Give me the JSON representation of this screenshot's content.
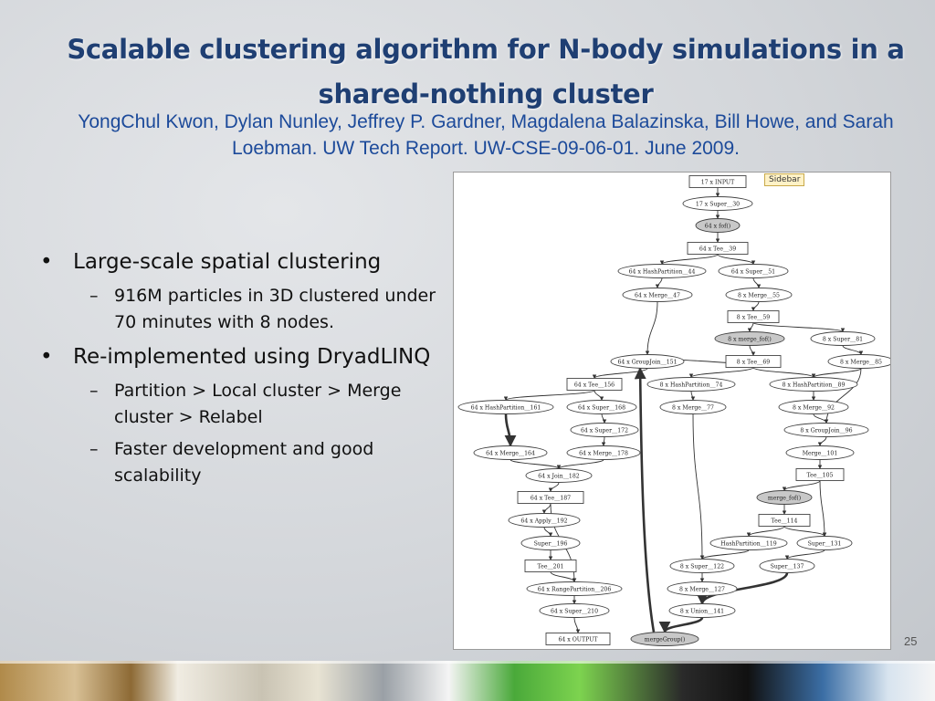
{
  "slide": {
    "title": "Scalable clustering algorithm for N-body simulations in a shared-nothing cluster",
    "authors": "YongChul Kwon, Dylan Nunley, Jeffrey P. Gardner, Magdalena Balazinska, Bill Howe, and Sarah Loebman. UW Tech Report. UW-CSE-09-06-01. June 2009.",
    "page_number": "25"
  },
  "bullets": [
    {
      "text": "Large-scale spatial clustering",
      "sub": [
        "916M particles in 3D clustered under 70 minutes with 8 nodes."
      ]
    },
    {
      "text": "Re-implemented using DryadLINQ",
      "sub": [
        "Partition > Local cluster > Merge cluster > Relabel",
        "Faster development and good scalability"
      ]
    }
  ],
  "diagram": {
    "sidebar_label": "Sidebar",
    "nodes": [
      {
        "id": "input",
        "label": "17 x INPUT",
        "shape": "box"
      },
      {
        "id": "super30",
        "label": "17 x Super__30",
        "shape": "ellipse"
      },
      {
        "id": "fof",
        "label": "64 x fof()",
        "shape": "ellipse",
        "filled": true
      },
      {
        "id": "tee39",
        "label": "64 x Tee__39",
        "shape": "box"
      },
      {
        "id": "hp44",
        "label": "64 x HashPartition__44",
        "shape": "ellipse"
      },
      {
        "id": "super51",
        "label": "64 x Super__51",
        "shape": "ellipse"
      },
      {
        "id": "merge47",
        "label": "64 x Merge__47",
        "shape": "ellipse"
      },
      {
        "id": "merge55",
        "label": "8 x Merge__55",
        "shape": "ellipse"
      },
      {
        "id": "tee59",
        "label": "8 x Tee__59",
        "shape": "box"
      },
      {
        "id": "mfof",
        "label": "8 x merge_fof()",
        "shape": "ellipse",
        "filled": true
      },
      {
        "id": "super81",
        "label": "8 x Super__81",
        "shape": "ellipse"
      },
      {
        "id": "gj151",
        "label": "64 x GroupJoin__151",
        "shape": "ellipse"
      },
      {
        "id": "tee69",
        "label": "8 x Tee__69",
        "shape": "box"
      },
      {
        "id": "merge85",
        "label": "8 x Merge__85",
        "shape": "ellipse"
      },
      {
        "id": "tee156",
        "label": "64 x Tee__156",
        "shape": "box"
      },
      {
        "id": "hp74",
        "label": "8 x HashPartition__74",
        "shape": "ellipse"
      },
      {
        "id": "hp89",
        "label": "8 x HashPartition__89",
        "shape": "ellipse"
      },
      {
        "id": "hp161",
        "label": "64 x HashPartition__161",
        "shape": "ellipse"
      },
      {
        "id": "super168",
        "label": "64 x Super__168",
        "shape": "ellipse"
      },
      {
        "id": "merge77",
        "label": "8 x Merge__77",
        "shape": "ellipse"
      },
      {
        "id": "merge92",
        "label": "8 x Merge__92",
        "shape": "ellipse"
      },
      {
        "id": "super172",
        "label": "64 x Super__172",
        "shape": "ellipse"
      },
      {
        "id": "gj96",
        "label": "8 x GroupJoin__96",
        "shape": "ellipse"
      },
      {
        "id": "merge164",
        "label": "64 x Merge__164",
        "shape": "ellipse"
      },
      {
        "id": "merge178",
        "label": "64 x Merge__178",
        "shape": "ellipse"
      },
      {
        "id": "merge101",
        "label": "Merge__101",
        "shape": "ellipse"
      },
      {
        "id": "join182",
        "label": "64 x Join__182",
        "shape": "ellipse"
      },
      {
        "id": "tee105",
        "label": "Tee__105",
        "shape": "box"
      },
      {
        "id": "tee187",
        "label": "64 x Tee__187",
        "shape": "box"
      },
      {
        "id": "mfof2",
        "label": "merge_fof()",
        "shape": "ellipse",
        "filled": true
      },
      {
        "id": "apply192",
        "label": "64 x Apply__192",
        "shape": "ellipse"
      },
      {
        "id": "tee114",
        "label": "Tee__114",
        "shape": "box"
      },
      {
        "id": "super196",
        "label": "Super__196",
        "shape": "ellipse"
      },
      {
        "id": "hp119",
        "label": "HashPartition__119",
        "shape": "ellipse"
      },
      {
        "id": "super131",
        "label": "Super__131",
        "shape": "ellipse"
      },
      {
        "id": "tee201",
        "label": "Tee__201",
        "shape": "box"
      },
      {
        "id": "super122",
        "label": "8 x Super__122",
        "shape": "ellipse"
      },
      {
        "id": "super137",
        "label": "Super__137",
        "shape": "ellipse"
      },
      {
        "id": "rp206",
        "label": "64 x RangePartition__206",
        "shape": "ellipse"
      },
      {
        "id": "merge127",
        "label": "8 x Merge__127",
        "shape": "ellipse"
      },
      {
        "id": "super210",
        "label": "64 x Super__210",
        "shape": "ellipse"
      },
      {
        "id": "union141",
        "label": "8 x Union__141",
        "shape": "ellipse"
      },
      {
        "id": "output",
        "label": "64 x OUTPUT",
        "shape": "box"
      },
      {
        "id": "mgroup",
        "label": "mergeGroup()",
        "shape": "ellipse",
        "filled": true
      }
    ],
    "edges": [
      [
        "input",
        "super30"
      ],
      [
        "super30",
        "fof"
      ],
      [
        "fof",
        "tee39"
      ],
      [
        "tee39",
        "hp44"
      ],
      [
        "tee39",
        "super51"
      ],
      [
        "hp44",
        "merge47"
      ],
      [
        "super51",
        "merge55"
      ],
      [
        "merge55",
        "tee59"
      ],
      [
        "tee59",
        "mfof"
      ],
      [
        "tee59",
        "super81"
      ],
      [
        "merge47",
        "gj151"
      ],
      [
        "mfof",
        "tee69"
      ],
      [
        "super81",
        "merge85"
      ],
      [
        "tee69",
        "gj151"
      ],
      [
        "tee69",
        "hp74"
      ],
      [
        "tee69",
        "hp89"
      ],
      [
        "merge85",
        "hp89"
      ],
      [
        "gj151",
        "tee156"
      ],
      [
        "tee156",
        "hp161"
      ],
      [
        "tee156",
        "super168"
      ],
      [
        "hp74",
        "merge77"
      ],
      [
        "hp89",
        "merge92"
      ],
      [
        "super168",
        "super172"
      ],
      [
        "merge92",
        "gj96"
      ],
      [
        "merge85",
        "gj96"
      ],
      [
        "hp161",
        "merge164"
      ],
      [
        "super172",
        "merge178"
      ],
      [
        "gj96",
        "merge101"
      ],
      [
        "merge164",
        "join182"
      ],
      [
        "merge178",
        "join182"
      ],
      [
        "merge101",
        "tee105"
      ],
      [
        "join182",
        "tee187"
      ],
      [
        "tee105",
        "mfof2"
      ],
      [
        "tee187",
        "apply192"
      ],
      [
        "tee187",
        "rp206"
      ],
      [
        "mfof2",
        "tee114"
      ],
      [
        "apply192",
        "super196"
      ],
      [
        "tee114",
        "hp119"
      ],
      [
        "tee114",
        "super131"
      ],
      [
        "tee105",
        "super131"
      ],
      [
        "super196",
        "tee201"
      ],
      [
        "hp119",
        "super122"
      ],
      [
        "merge77",
        "super122"
      ],
      [
        "super131",
        "super137"
      ],
      [
        "tee201",
        "rp206"
      ],
      [
        "super122",
        "merge127"
      ],
      [
        "rp206",
        "super210"
      ],
      [
        "merge127",
        "union141"
      ],
      [
        "super137",
        "union141"
      ],
      [
        "super210",
        "output"
      ],
      [
        "union141",
        "mgroup"
      ],
      [
        "mgroup",
        "gj151"
      ]
    ]
  }
}
